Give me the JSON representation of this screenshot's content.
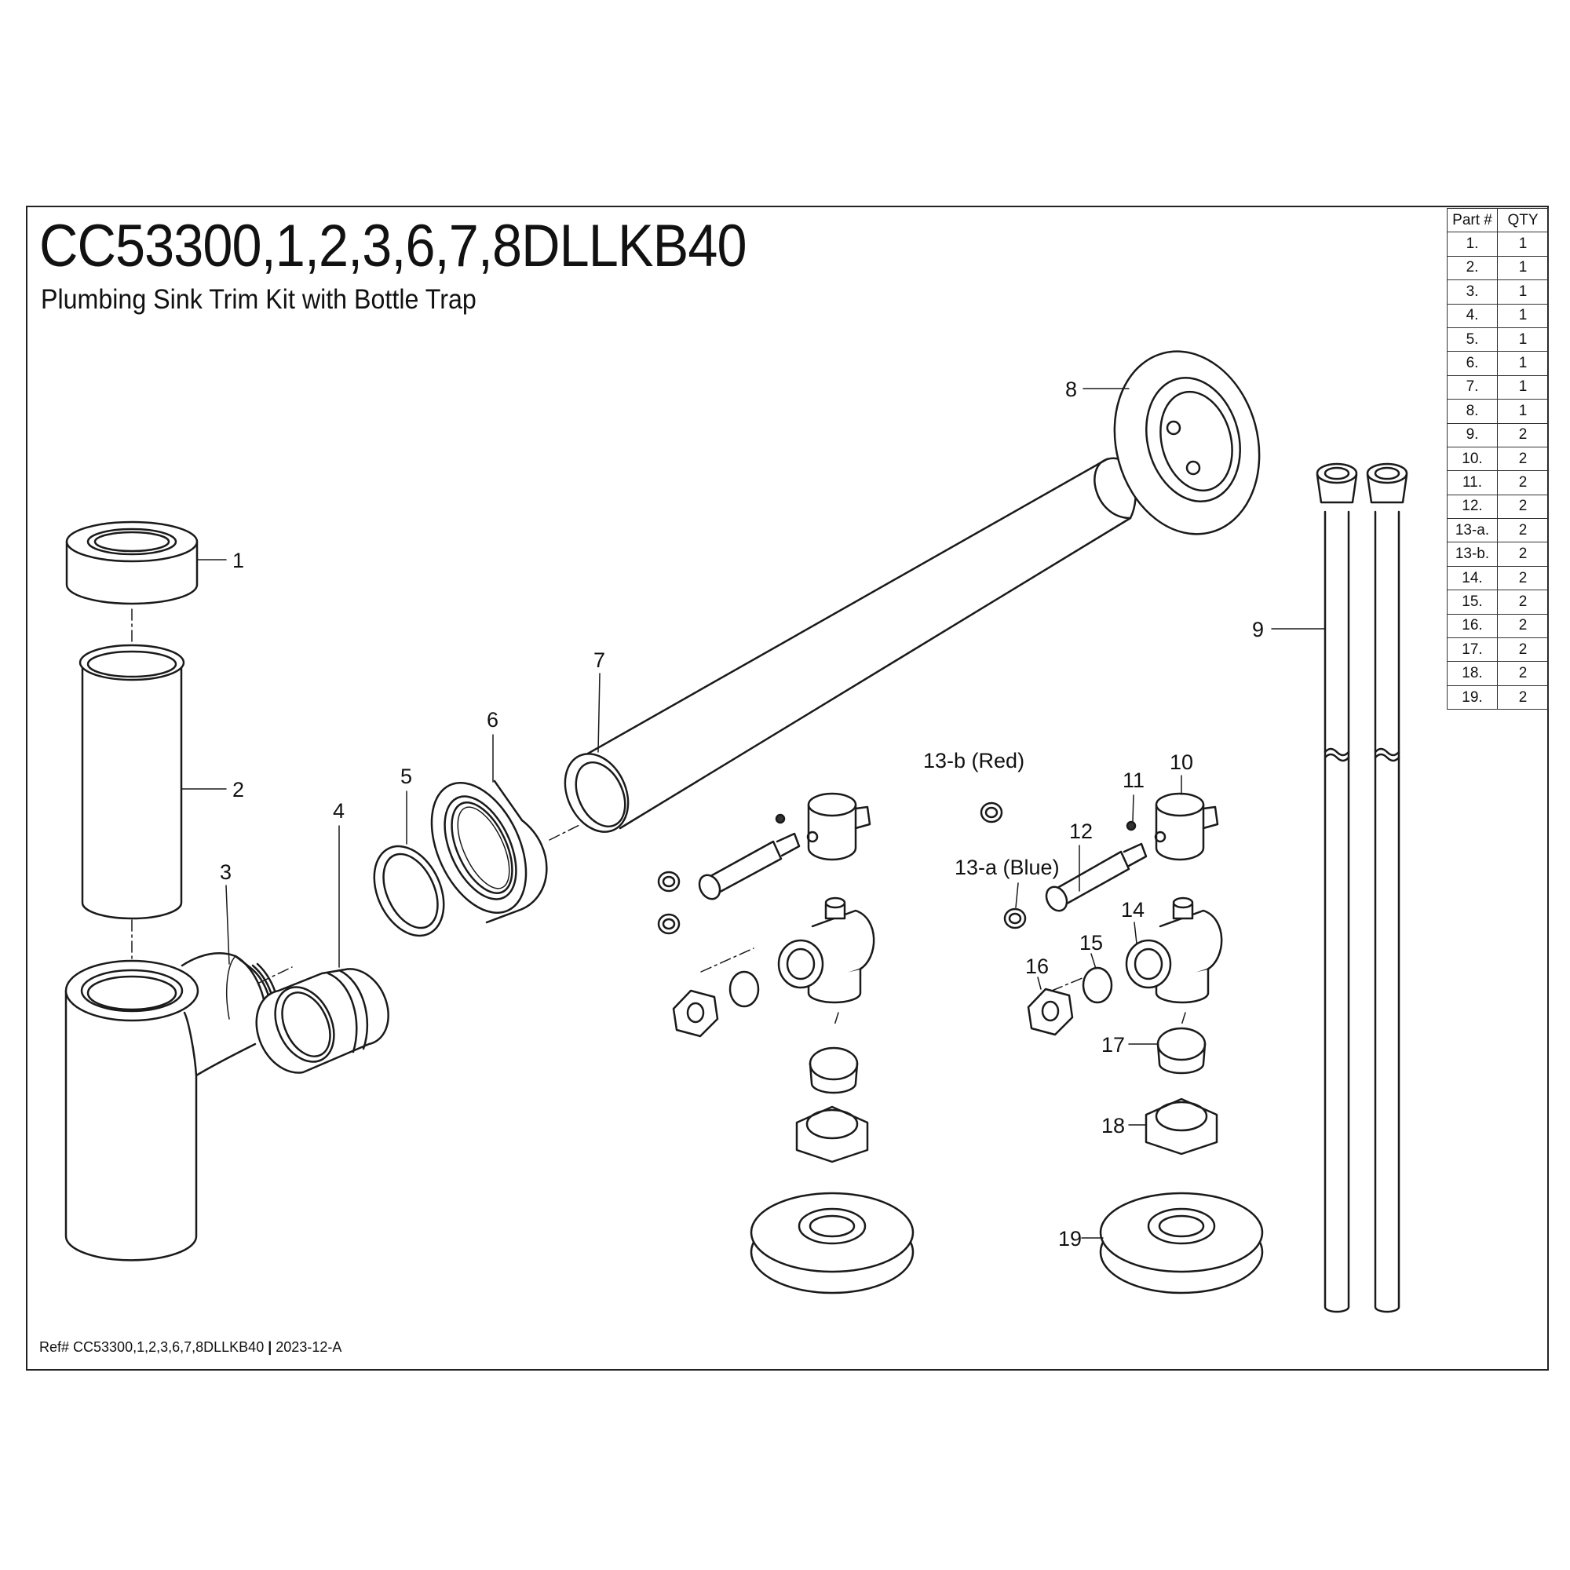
{
  "title": "CC53300,1,2,3,6,7,8DLLKB40",
  "subtitle": "Plumbing Sink Trim Kit with Bottle Trap",
  "ref": {
    "prefix": "Ref# CC53300,1,2,3,6,7,8DLLKB40",
    "separator": "|",
    "revision": "2023-12-A"
  },
  "parts_table": {
    "headers": [
      "Part #",
      "QTY"
    ],
    "rows": [
      [
        "1.",
        "1"
      ],
      [
        "2.",
        "1"
      ],
      [
        "3.",
        "1"
      ],
      [
        "4.",
        "1"
      ],
      [
        "5.",
        "1"
      ],
      [
        "6.",
        "1"
      ],
      [
        "7.",
        "1"
      ],
      [
        "8.",
        "1"
      ],
      [
        "9.",
        "2"
      ],
      [
        "10.",
        "2"
      ],
      [
        "11.",
        "2"
      ],
      [
        "12.",
        "2"
      ],
      [
        "13-a.",
        "2"
      ],
      [
        "13-b.",
        "2"
      ],
      [
        "14.",
        "2"
      ],
      [
        "15.",
        "2"
      ],
      [
        "16.",
        "2"
      ],
      [
        "17.",
        "2"
      ],
      [
        "18.",
        "2"
      ],
      [
        "19.",
        "2"
      ]
    ]
  },
  "callouts": {
    "p1": "1",
    "p2": "2",
    "p3": "3",
    "p4": "4",
    "p5": "5",
    "p6": "6",
    "p7": "7",
    "p8": "8",
    "p9": "9",
    "p10": "10",
    "p11": "11",
    "p12": "12",
    "p13b": "13-b (Red)",
    "p13a": "13-a (Blue)",
    "p14": "14",
    "p15": "15",
    "p16": "16",
    "p17": "17",
    "p18": "18",
    "p19": "19"
  }
}
